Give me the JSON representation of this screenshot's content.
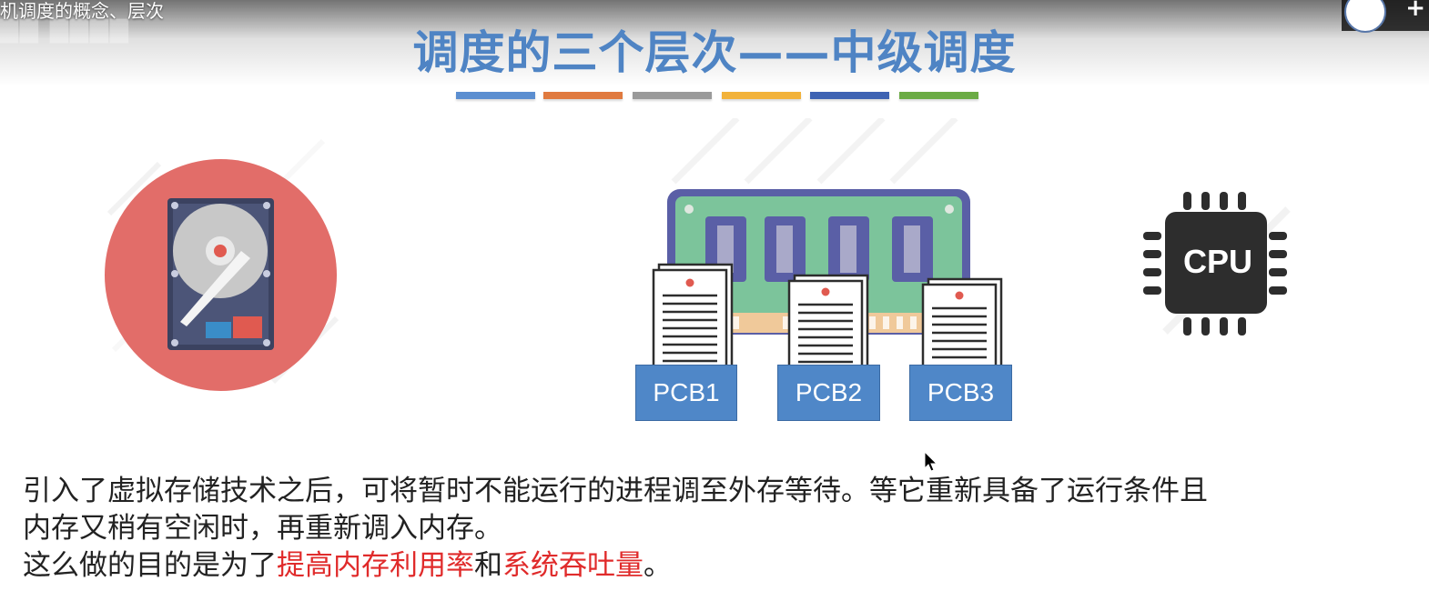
{
  "video": {
    "title": "机调度的概念、层次",
    "add_label": "+"
  },
  "slide": {
    "title": "调度的三个层次——中级调度",
    "title_bar_colors": [
      "#5b8ed0",
      "#e07a3f",
      "#9a9a9a",
      "#f2b23a",
      "#3e63b3",
      "#6bab44"
    ],
    "cpu_label": "CPU",
    "pcbs": [
      "PCB1",
      "PCB2",
      "PCB3"
    ],
    "paragraph": {
      "line1": "引入了虚拟存储技术之后，可将暂时不能运行的进程调至外存等待。等它重新具备了运行条件且",
      "line2": "内存又稍有空闲时，再重新调入内存。",
      "line3_prefix": "这么做的目的是为了",
      "highlight1": "提高内存利用率",
      "connector": "和",
      "highlight2": "系统吞吐量",
      "suffix": "。"
    }
  },
  "colors": {
    "title_blue": "#4f84c4",
    "hdd_circle": "#e26d69",
    "pcb_blue": "#4f87c8",
    "cpu_dark": "#2d2d2d",
    "ram_green": "#7cc49b",
    "ram_border": "#5a5fa6",
    "highlight_red": "#e02b2b"
  }
}
